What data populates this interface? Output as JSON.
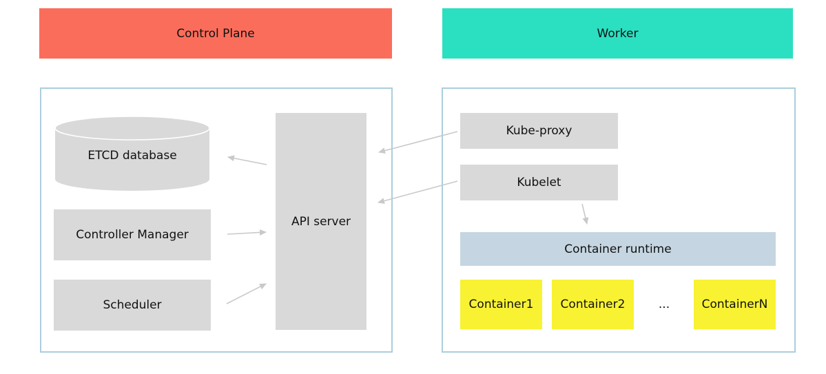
{
  "banners": {
    "control_plane": "Control Plane",
    "worker": "Worker"
  },
  "control_plane": {
    "etcd_label": "ETCD database",
    "controller_manager_label": "Controller Manager",
    "scheduler_label": "Scheduler",
    "api_server_label": "API server"
  },
  "worker": {
    "kube_proxy_label": "Kube-proxy",
    "kubelet_label": "Kubelet",
    "container_runtime_label": "Container runtime",
    "containers": [
      "Container1",
      "Container2",
      "ContainerN"
    ],
    "ellipsis": "..."
  },
  "colors": {
    "control_plane_banner": "#FB6D5B",
    "worker_banner": "#2BDFC1",
    "node_gray": "#D9D9D9",
    "container_runtime_blue": "#C5D6E2",
    "container_yellow": "#F8F233",
    "group_border_blue": "#ABCEDD",
    "arrow_gray": "#C9C9C9",
    "text": "#111111"
  },
  "edges": [
    {
      "from": "API server",
      "to": "ETCD database"
    },
    {
      "from": "Controller Manager",
      "to": "API server"
    },
    {
      "from": "Scheduler",
      "to": "API server"
    },
    {
      "from": "Kube-proxy",
      "to": "API server"
    },
    {
      "from": "Kubelet",
      "to": "API server"
    },
    {
      "from": "Kubelet",
      "to": "Container runtime"
    }
  ]
}
